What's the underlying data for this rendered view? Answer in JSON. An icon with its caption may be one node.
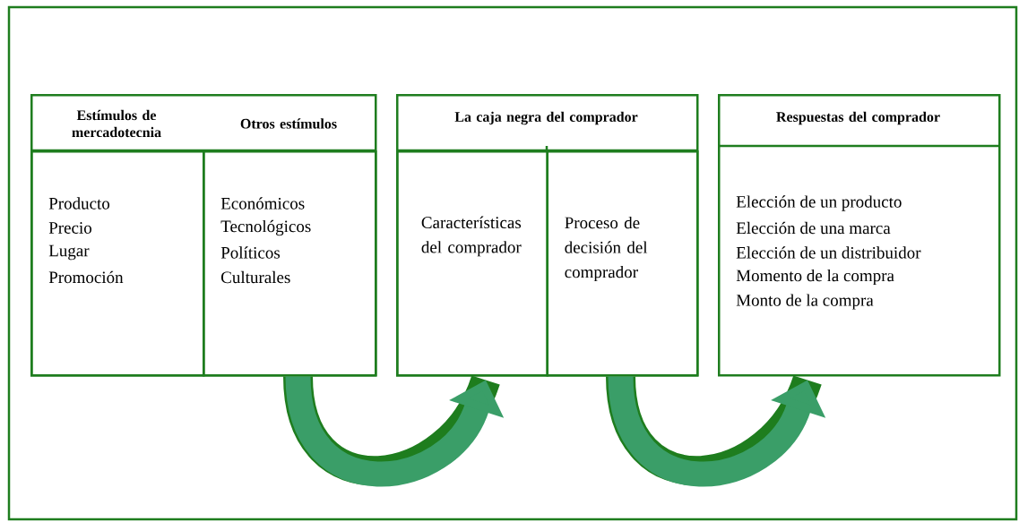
{
  "diagram": {
    "nodes": [
      {
        "text": [],
        "shape": "box"
      },
      {
        "text": [
          "Estímulos de mercadotecnia",
          "Producto",
          "Precio",
          "Lugar",
          "Promoción"
        ],
        "in": 0
      },
      {
        "text": [
          "Otros estímulos",
          "Económicos",
          "Tecnológicos",
          "Políticos",
          "Culturales"
        ],
        "in": 0
      },
      {
        "text": [
          "La caja negra del comprador"
        ]
      },
      {
        "text": [
          "Características del comprador"
        ],
        "in": 3
      },
      {
        "text": [
          "Proceso de decisión del comprador"
        ],
        "in": 3
      },
      {
        "text": [
          "Respuestas del comprador",
          "Elección de un producto",
          "Elección de una marca",
          "Elección de un distribuidor",
          "Momento de la compra",
          "Monto de la compra"
        ]
      }
    ],
    "edges": [
      {
        "from": 0,
        "to": 3,
        "arrow": "to"
      },
      {
        "from": 3,
        "to": 6,
        "arrow": "to"
      }
    ]
  }
}
